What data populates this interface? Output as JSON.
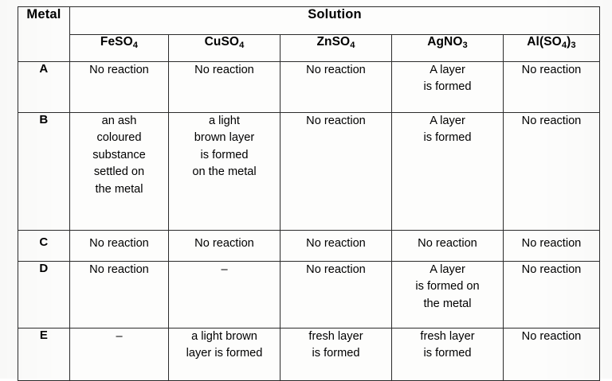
{
  "table": {
    "corner_header": "Metal",
    "group_header": "Solution",
    "columns": [
      {
        "key": "feso4",
        "label_html": "FeSO<sub>4</sub>",
        "label_text": "FeSO4"
      },
      {
        "key": "cuso4",
        "label_html": "CuSO<sub>4</sub>",
        "label_text": "CuSO4"
      },
      {
        "key": "znso4",
        "label_html": "ZnSO<sub>4</sub>",
        "label_text": "ZnSO4"
      },
      {
        "key": "agno3",
        "label_html": "AgNO<sub>3</sub>",
        "label_text": "AgNO3"
      },
      {
        "key": "also43",
        "label_html": "Al(SO<sub>4</sub>)<sub>3</sub>",
        "label_text": "Al(SO4)3"
      }
    ],
    "rows": [
      {
        "metal": "A",
        "cells": {
          "feso4": "No reaction",
          "cuso4": "No reaction",
          "znso4": "No reaction",
          "agno3": "A layer\nis formed",
          "also43": "No reaction"
        }
      },
      {
        "metal": "B",
        "cells": {
          "feso4": "an ash\ncoloured\nsubstance\nsettled on\nthe metal",
          "cuso4": "a light\nbrown layer\nis formed\non the metal",
          "znso4": "No reaction",
          "agno3": "A layer\nis formed",
          "also43": "No reaction"
        }
      },
      {
        "metal": "C",
        "cells": {
          "feso4": "No reaction",
          "cuso4": "No reaction",
          "znso4": "No reaction",
          "agno3": "No reaction",
          "also43": "No reaction"
        }
      },
      {
        "metal": "D",
        "cells": {
          "feso4": "No reaction",
          "cuso4": "–",
          "znso4": "No reaction",
          "agno3": "A layer\nis formed on\nthe metal",
          "also43": "No reaction"
        }
      },
      {
        "metal": "E",
        "cells": {
          "feso4": "–",
          "cuso4": "a light brown\nlayer is formed",
          "znso4": "fresh layer\nis formed",
          "agno3": "fresh layer\nis formed",
          "also43": "No reaction"
        }
      }
    ]
  },
  "style": {
    "page_background": "#fdfdfc",
    "rule_color": "#2b2b2b",
    "text_color": "#000000"
  }
}
